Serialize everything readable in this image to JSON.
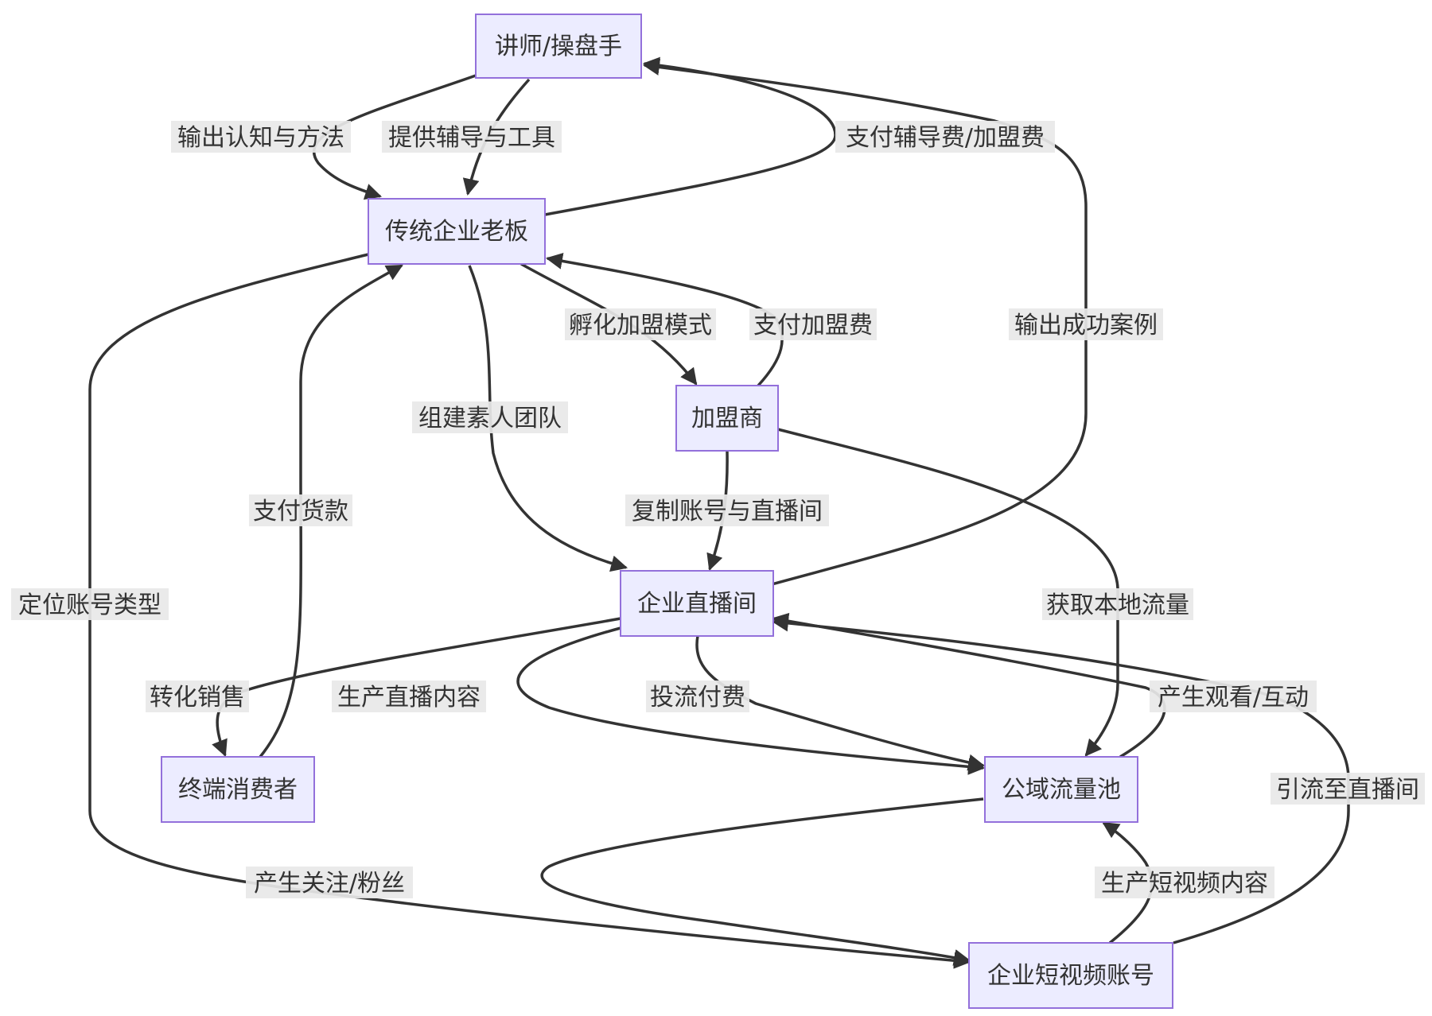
{
  "nodes": {
    "lecturer": "讲师/操盘手",
    "boss": "传统企业老板",
    "franchisee": "加盟商",
    "live_room": "企业直播间",
    "consumer": "终端消费者",
    "traffic_pool": "公域流量池",
    "short_video": "企业短视频账号"
  },
  "edges": {
    "output_cognition": "输出认知与方法",
    "provide_coaching": "提供辅导与工具",
    "pay_coaching_fee": "支付辅导费/加盟费",
    "incubate_franchise": "孵化加盟模式",
    "pay_franchise_fee": "支付加盟费",
    "output_success_case": "输出成功案例",
    "build_team": "组建素人团队",
    "replicate_account": "复制账号与直播间",
    "pay_goods": "支付货款",
    "position_account": "定位账号类型",
    "acquire_local_traffic": "获取本地流量",
    "convert_sales": "转化销售",
    "produce_live_content": "生产直播内容",
    "paid_promotion": "投流付费",
    "views_interaction": "产生观看/互动",
    "drive_to_live": "引流至直播间",
    "followers": "产生关注/粉丝",
    "produce_short_video": "生产短视频内容"
  },
  "colors": {
    "node_fill": "#ECECFF",
    "node_stroke": "#9370DB",
    "edge": "#333333",
    "label_bg": "#e8e8e8"
  }
}
